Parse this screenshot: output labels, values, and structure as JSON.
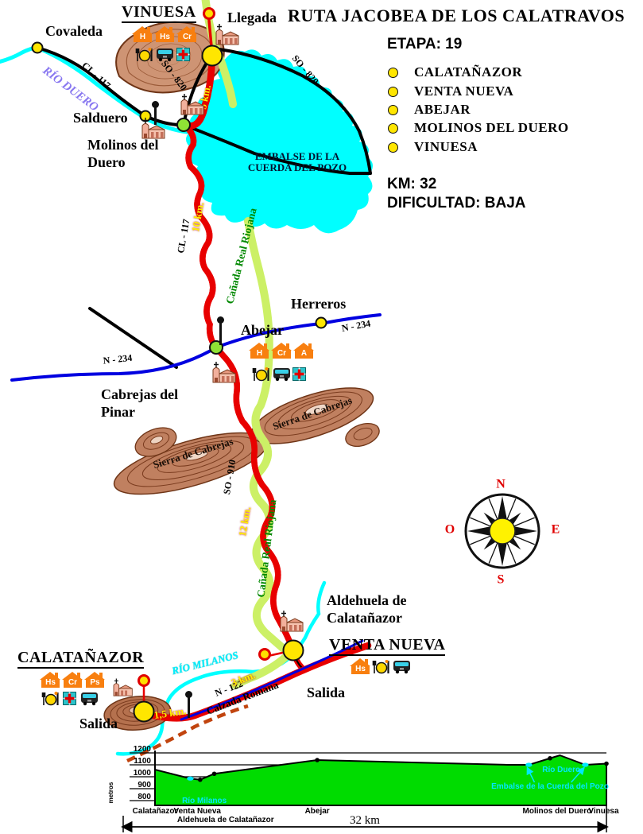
{
  "title": "RUTA JACOBEA DE LOS CALATRAVOS",
  "info": {
    "etapa": "ETAPA: 19",
    "stops": [
      "CALATAÑAZOR",
      "VENTA NUEVA",
      "ABEJAR",
      "MOLINOS DEL DUERO",
      "VINUESA"
    ],
    "km": "KM: 32",
    "dificultad": "DIFICULTAD: BAJA"
  },
  "map": {
    "towns": {
      "vinuesa": {
        "label": "VINUESA",
        "arrival": "Llegada"
      },
      "covaleda": {
        "label": "Covaleda"
      },
      "salduero": {
        "label": "Salduero"
      },
      "molinos": {
        "line1": "Molinos del",
        "line2": "Duero"
      },
      "herreros": {
        "label": "Herreros"
      },
      "abejar": {
        "label": "Abejar"
      },
      "cabrejas": {
        "line1": "Cabrejas del",
        "line2": "Pinar"
      },
      "aldehuela": {
        "line1": "Aldehuela de",
        "line2": "Calatañazor"
      },
      "venta_nueva": {
        "label": "VENTA NUEVA",
        "exit": "Salida"
      },
      "calatanazor": {
        "label": "CALATAÑAZOR",
        "exit": "Salida"
      }
    },
    "houses": {
      "vinuesa": [
        "H",
        "Hs",
        "Cr"
      ],
      "abejar": [
        "H",
        "Cr",
        "A"
      ],
      "calatanazor": [
        "Hs",
        "Cr",
        "Ps"
      ],
      "venta_nueva": [
        "Hs"
      ]
    },
    "water": {
      "rio_duero": "RÍO DUERO",
      "rio_milanos": "RÍO MILANOS",
      "embalse1": "EMBALSE DE LA",
      "embalse2": "CUERDA DEL POZO"
    },
    "roads": {
      "cl117": "CL - 117",
      "so820": "SO - 820",
      "so910": "SO - 910",
      "n234": "N - 234",
      "n122": "N - 122",
      "calzada": "Calzada Romana"
    },
    "distances": {
      "d5": "5 km.",
      "d10": "10 km.",
      "d12": "12 km.",
      "d3": "3 km.",
      "d15": "1,5 km."
    },
    "canada": "Cañada Real Riojana",
    "sierra": "Sierra de Cabrejas",
    "compass": {
      "n": "N",
      "s": "S",
      "e": "E",
      "o": "O"
    }
  },
  "chart_data": {
    "type": "area",
    "ylabel": "metros",
    "x_km": [
      0,
      2.5,
      3.2,
      4.2,
      11.5,
      25,
      26.5,
      28,
      28.7,
      30.5,
      32
    ],
    "elev_m": [
      1060,
      985,
      975,
      1025,
      1140,
      1100,
      1100,
      1155,
      1180,
      1100,
      1110
    ],
    "xlim_km": [
      0,
      32
    ],
    "ylim_m": [
      800,
      1200
    ],
    "y_ticks": [
      1200,
      1100,
      1000,
      900,
      800
    ],
    "black_dots_km": [
      3.2,
      4.2,
      11.5,
      28,
      32
    ],
    "cyan_dots_km": [
      2.5,
      26.5,
      30.5
    ],
    "town_labels": [
      {
        "name": "Calatañazor",
        "km": 0
      },
      {
        "name": "Venta Nueva",
        "km": 3
      },
      {
        "name": "Abejar",
        "km": 11.5
      },
      {
        "name": "Molinos del Duero",
        "km": 28.5
      },
      {
        "name": "Vinuesa",
        "km": 31.8
      }
    ],
    "secondary_label": {
      "name": "Aldehuela de Calatañazor",
      "km": 5
    },
    "annotations": [
      {
        "text": "Río Milanos",
        "km": 3.5,
        "y": 1010
      },
      {
        "text": "Río Duero",
        "km": 28.8,
        "y": 971
      },
      {
        "text": "Embalse de la Cuerda del Pozo",
        "km": 28,
        "y": 992
      }
    ],
    "arrows": [
      [
        26.9,
        984,
        26.4,
        966
      ],
      [
        29.5,
        984,
        30.4,
        966
      ]
    ],
    "total_label": "32 km",
    "fill": "#00DC00"
  }
}
